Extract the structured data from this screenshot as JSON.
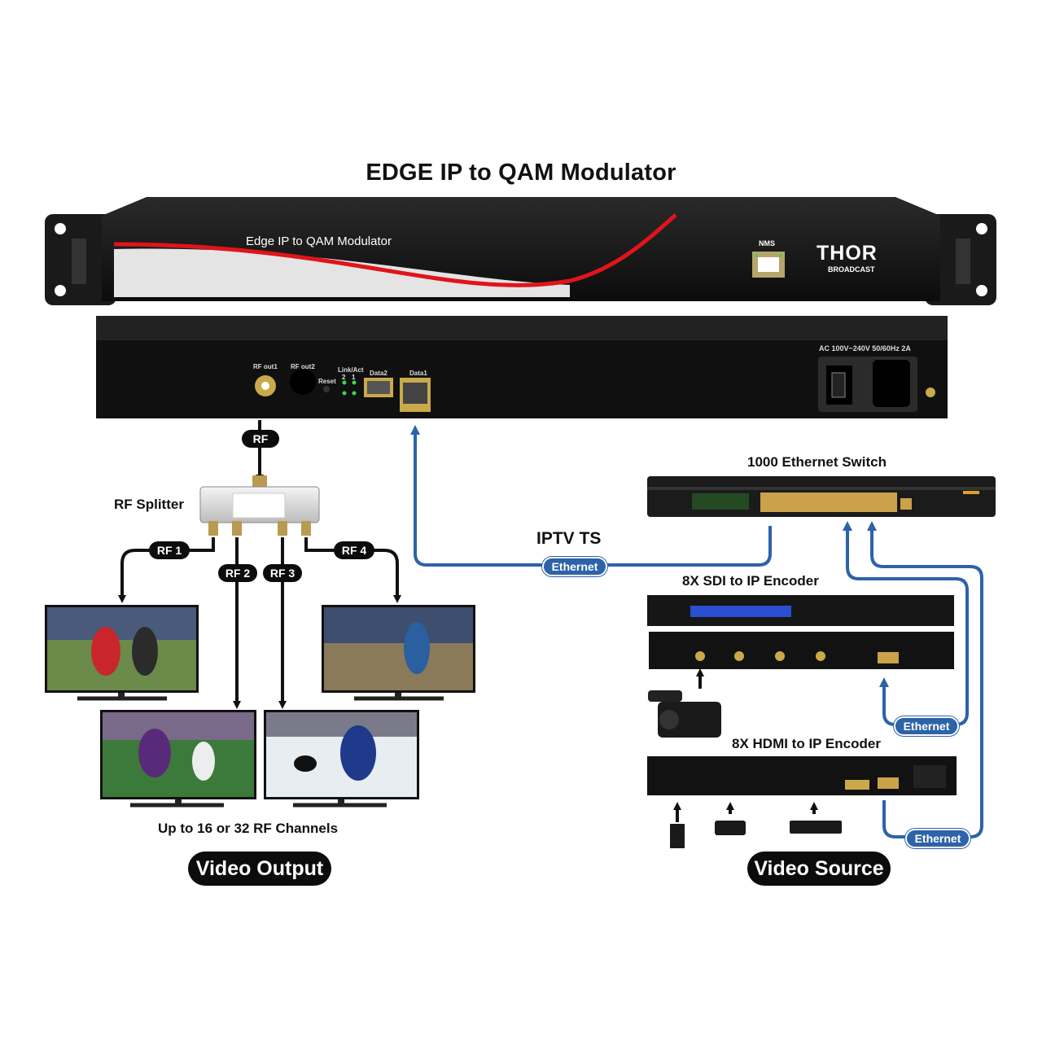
{
  "title": "EDGE IP to QAM Modulator",
  "front_panel": {
    "label": "Edge IP to QAM Modulator",
    "nms_label": "NMS",
    "brand": "THOR",
    "brand_sub": "BROADCAST"
  },
  "rear_panel": {
    "rf_out1": "RF out1",
    "rf_out2": "RF out2",
    "reset": "Reset",
    "link_act": "Link/Act",
    "led_2": "2",
    "led_1": "1",
    "data2": "Data2",
    "data1": "Data1",
    "power": "AC 100V~240V 50/60Hz 2A"
  },
  "rf_tag": "RF",
  "rf_splitter_label": "RF Splitter",
  "rf_outputs": [
    "RF 1",
    "RF 2",
    "RF 3",
    "RF 4"
  ],
  "iptv_label": "IPTV TS",
  "ethernet_label": "Ethernet",
  "switch_label": "1000 Ethernet Switch",
  "sdi_encoder_label": "8X SDI to IP Encoder",
  "hdmi_encoder_label": "8X HDMI to IP Encoder",
  "channels_label": "Up to 16 or 32 RF Channels",
  "video_output": "Video Output",
  "video_source": "Video Source",
  "colors": {
    "link_blue": "#2d63a8",
    "accent_red": "#e0141b",
    "device_black": "#141414"
  }
}
